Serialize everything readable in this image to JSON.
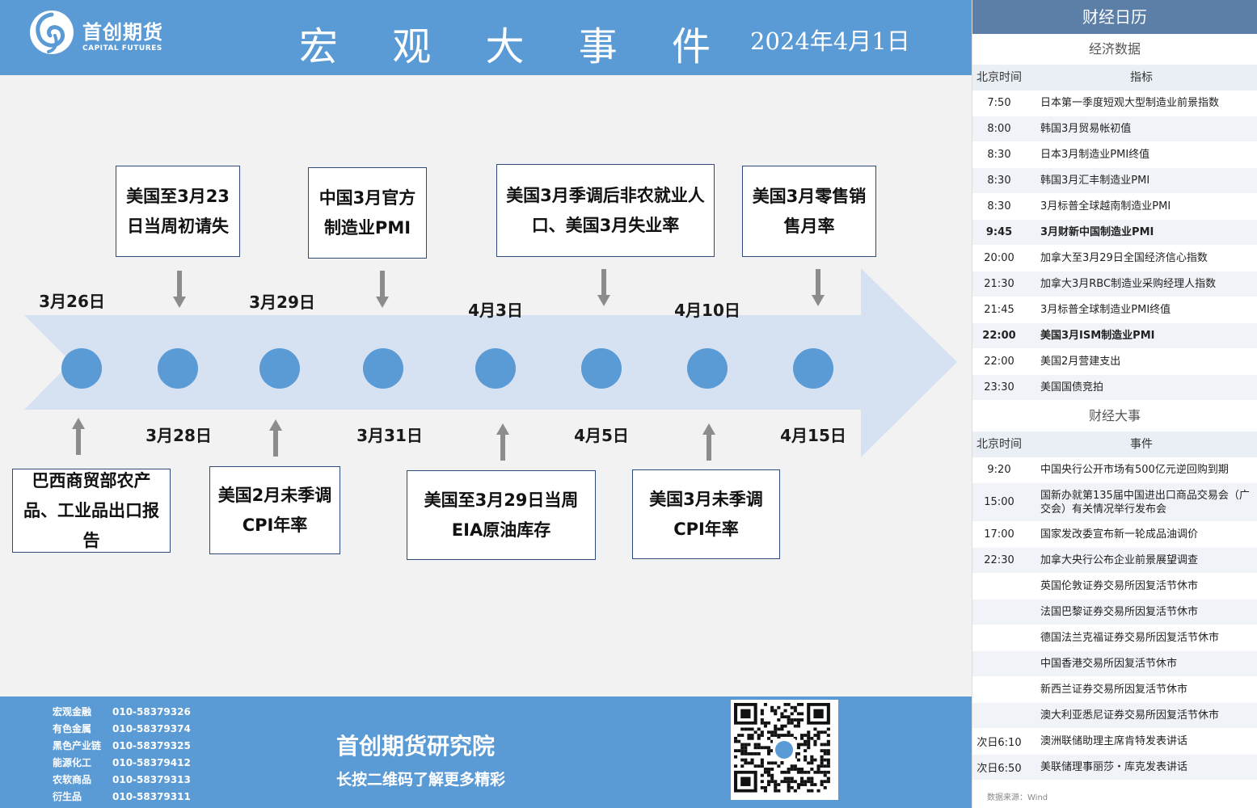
{
  "header": {
    "logo_cn": "首创期货",
    "logo_en": "CAPITAL FUTURES",
    "title": "宏 观 大 事 件",
    "date": "2024年4月1日"
  },
  "timeline": {
    "dates_top": [
      "3月26日",
      "3月29日",
      "4月3日",
      "4月10日"
    ],
    "dates_bottom": [
      "3月28日",
      "3月31日",
      "4月5日",
      "4月15日"
    ],
    "events_top": [
      "美国至3月23日当周初请失",
      "中国3月官方制造业PMI",
      "美国3月季调后非农就业人口、美国3月失业率",
      "美国3月零售销售月率"
    ],
    "events_bottom": [
      "巴西商贸部农产品、工业品出口报告",
      "美国2月未季调CPI年率",
      "美国至3月29日当周EIA原油库存",
      "美国3月未季调CPI年率"
    ]
  },
  "footer": {
    "contacts": [
      {
        "cat": "宏观金融",
        "phone": "010-58379326"
      },
      {
        "cat": "有色金属",
        "phone": "010-58379374"
      },
      {
        "cat": "黑色产业链",
        "phone": "010-58379325"
      },
      {
        "cat": "能源化工",
        "phone": "010-58379412"
      },
      {
        "cat": "农软商品",
        "phone": "010-58379313"
      },
      {
        "cat": "衍生品",
        "phone": "010-58379311"
      }
    ],
    "org": "首创期货研究院",
    "slogan": "长按二维码了解更多精彩"
  },
  "calendar": {
    "title": "财经日历",
    "econ_title": "经济数据",
    "econ_head": {
      "time": "北京时间",
      "desc": "指标"
    },
    "econ_rows": [
      {
        "time": "7:50",
        "desc": "日本第一季度短观大型制造业前景指数",
        "bold": false
      },
      {
        "time": "8:00",
        "desc": "韩国3月贸易帐初值",
        "bold": false
      },
      {
        "time": "8:30",
        "desc": "日本3月制造业PMI终值",
        "bold": false
      },
      {
        "time": "8:30",
        "desc": "韩国3月汇丰制造业PMI",
        "bold": false
      },
      {
        "time": "8:30",
        "desc": "3月标普全球越南制造业PMI",
        "bold": false
      },
      {
        "time": "9:45",
        "desc": "3月财新中国制造业PMI",
        "bold": true
      },
      {
        "time": "20:00",
        "desc": "加拿大至3月29日全国经济信心指数",
        "bold": false
      },
      {
        "time": "21:30",
        "desc": "加拿大3月RBC制造业采购经理人指数",
        "bold": false
      },
      {
        "time": "21:45",
        "desc": "3月标普全球制造业PMI终值",
        "bold": false
      },
      {
        "time": "22:00",
        "desc": "美国3月ISM制造业PMI",
        "bold": true
      },
      {
        "time": "22:00",
        "desc": "美国2月营建支出",
        "bold": false
      },
      {
        "time": "23:30",
        "desc": "美国国债竞拍",
        "bold": false
      }
    ],
    "events_title": "财经大事",
    "events_head": {
      "time": "北京时间",
      "desc": "事件"
    },
    "events_rows": [
      {
        "time": "9:20",
        "desc": "中国央行公开市场有500亿元逆回购到期",
        "tall": false
      },
      {
        "time": "15:00",
        "desc": "国新办就第135届中国进出口商品交易会（广交会）有关情况举行发布会",
        "tall": true
      },
      {
        "time": "17:00",
        "desc": "国家发改委宣布新一轮成品油调价",
        "tall": false
      },
      {
        "time": "22:30",
        "desc": "加拿大央行公布企业前景展望调查",
        "tall": false
      },
      {
        "time": "",
        "desc": "英国伦敦证券交易所因复活节休市",
        "tall": false
      },
      {
        "time": "",
        "desc": "法国巴黎证券交易所因复活节休市",
        "tall": false
      },
      {
        "time": "",
        "desc": "德国法兰克福证券交易所因复活节休市",
        "tall": false
      },
      {
        "time": "",
        "desc": "中国香港交易所因复活节休市",
        "tall": false
      },
      {
        "time": "",
        "desc": "新西兰证券交易所因复活节休市",
        "tall": false
      },
      {
        "time": "",
        "desc": "澳大利亚悉尼证券交易所因复活节休市",
        "tall": false
      },
      {
        "time": "次日6:10",
        "desc": "澳洲联储助理主席肯特发表讲话",
        "tall": false
      },
      {
        "time": "次日6:50",
        "desc": "美联储理事丽莎・库克发表讲话",
        "tall": false
      }
    ],
    "source": "数据来源：Wind"
  },
  "colors": {
    "header_blue": "#5b9bd5",
    "calendar_title": "#5b7fa6",
    "arrow_fill": "#d6e2f2",
    "node_fill": "#5b9bd5"
  }
}
